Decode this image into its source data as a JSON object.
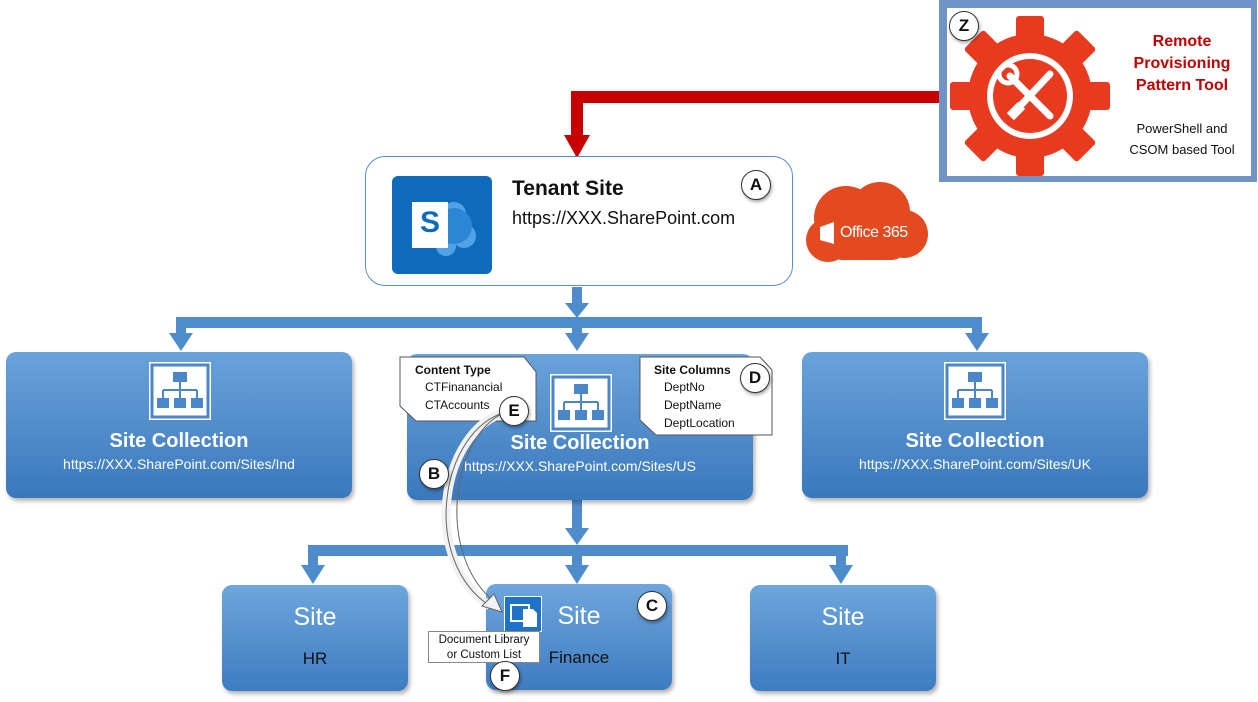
{
  "tool": {
    "badge": "Z",
    "title_lines": [
      "Remote",
      "Provisioning",
      "Pattern Tool"
    ],
    "sub_lines": [
      "PowerShell and",
      "CSOM based Tool"
    ],
    "accent": "#c00000",
    "gear_color": "#e83a1f",
    "icon": "wrench-screwdriver-icon"
  },
  "tenant": {
    "badge": "A",
    "title": "Tenant Site",
    "url": "https://XXX.SharePoint.com",
    "icon": "sharepoint-icon",
    "icon_letter": "S"
  },
  "office365": {
    "label": "Office 365",
    "color": "#e34a1f"
  },
  "site_collections": [
    {
      "title": "Site Collection",
      "url": "https://XXX.SharePoint.com/Sites/Ind"
    },
    {
      "title": "Site Collection",
      "url": "https://XXX.SharePoint.com/Sites/US",
      "badge": "B"
    },
    {
      "title": "Site Collection",
      "url": "https://XXX.SharePoint.com/Sites/UK"
    }
  ],
  "content_type": {
    "badge": "E",
    "heading": "Content Type",
    "items": [
      "CTFinanancial",
      "CTAccounts"
    ]
  },
  "site_columns": {
    "badge": "D",
    "heading": "Site Columns",
    "items": [
      "DeptNo",
      "DeptName",
      "DeptLocation"
    ]
  },
  "sites": [
    {
      "title": "Site",
      "name": "HR"
    },
    {
      "title": "Site",
      "name": "Finance",
      "badge": "C"
    },
    {
      "title": "Site",
      "name": "IT"
    }
  ],
  "document_library": {
    "badge": "F",
    "lines": [
      "Document Library",
      "or Custom List"
    ]
  },
  "colors": {
    "blue": "#4a86c8",
    "red": "#c00000"
  }
}
